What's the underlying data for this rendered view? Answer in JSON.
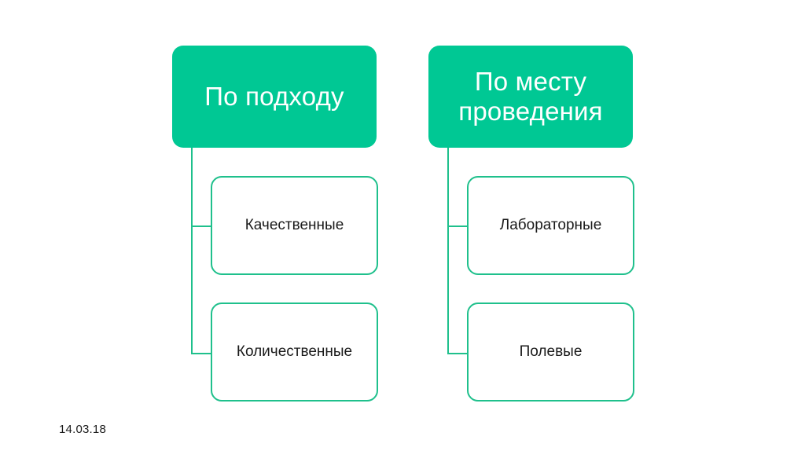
{
  "slide": {
    "date": "14.03.18",
    "background_color": "#FFFFFF",
    "accent_color": "#00C894",
    "border_color": "#1FC08C",
    "root_text_color": "#FFFFFF",
    "child_text_color": "#1A1A1A"
  },
  "groups": [
    {
      "id": "by-approach",
      "root_label": "По подходу",
      "children": [
        {
          "label": "Качественные"
        },
        {
          "label": "Количественные"
        }
      ]
    },
    {
      "id": "by-location",
      "root_label": "По месту\nпроведения",
      "children": [
        {
          "label": "Лабораторные"
        },
        {
          "label": "Полевые"
        }
      ]
    }
  ]
}
